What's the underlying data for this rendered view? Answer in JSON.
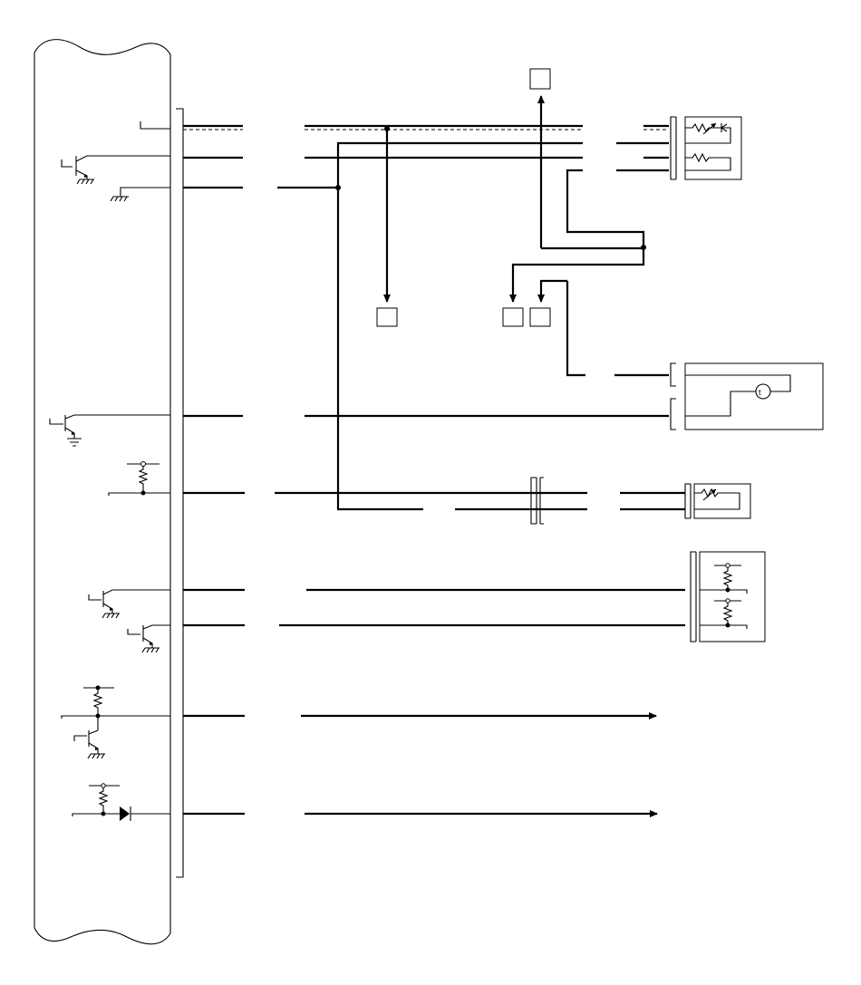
{
  "diagram": {
    "type": "electrical wiring schematic",
    "colors": {
      "line": "#000000",
      "background": "#ffffff"
    },
    "control_unit": {
      "label": ""
    },
    "symbols": [
      "transistor",
      "ground",
      "resistor",
      "variable-resistor",
      "thermistor",
      "diode",
      "connector",
      "junction-box"
    ],
    "boxes": [
      {
        "id": "box-top",
        "label": ""
      },
      {
        "id": "box-a",
        "label": ""
      },
      {
        "id": "box-b",
        "label": ""
      },
      {
        "id": "box-c",
        "label": ""
      }
    ],
    "terminals": [
      {
        "id": "t1",
        "label": ""
      },
      {
        "id": "t2",
        "label": ""
      },
      {
        "id": "t3",
        "label": ""
      },
      {
        "id": "t4",
        "label": ""
      },
      {
        "id": "t5",
        "label": ""
      },
      {
        "id": "t6",
        "label": ""
      },
      {
        "id": "t7",
        "label": ""
      },
      {
        "id": "t8",
        "label": ""
      },
      {
        "id": "t9",
        "label": ""
      }
    ]
  }
}
